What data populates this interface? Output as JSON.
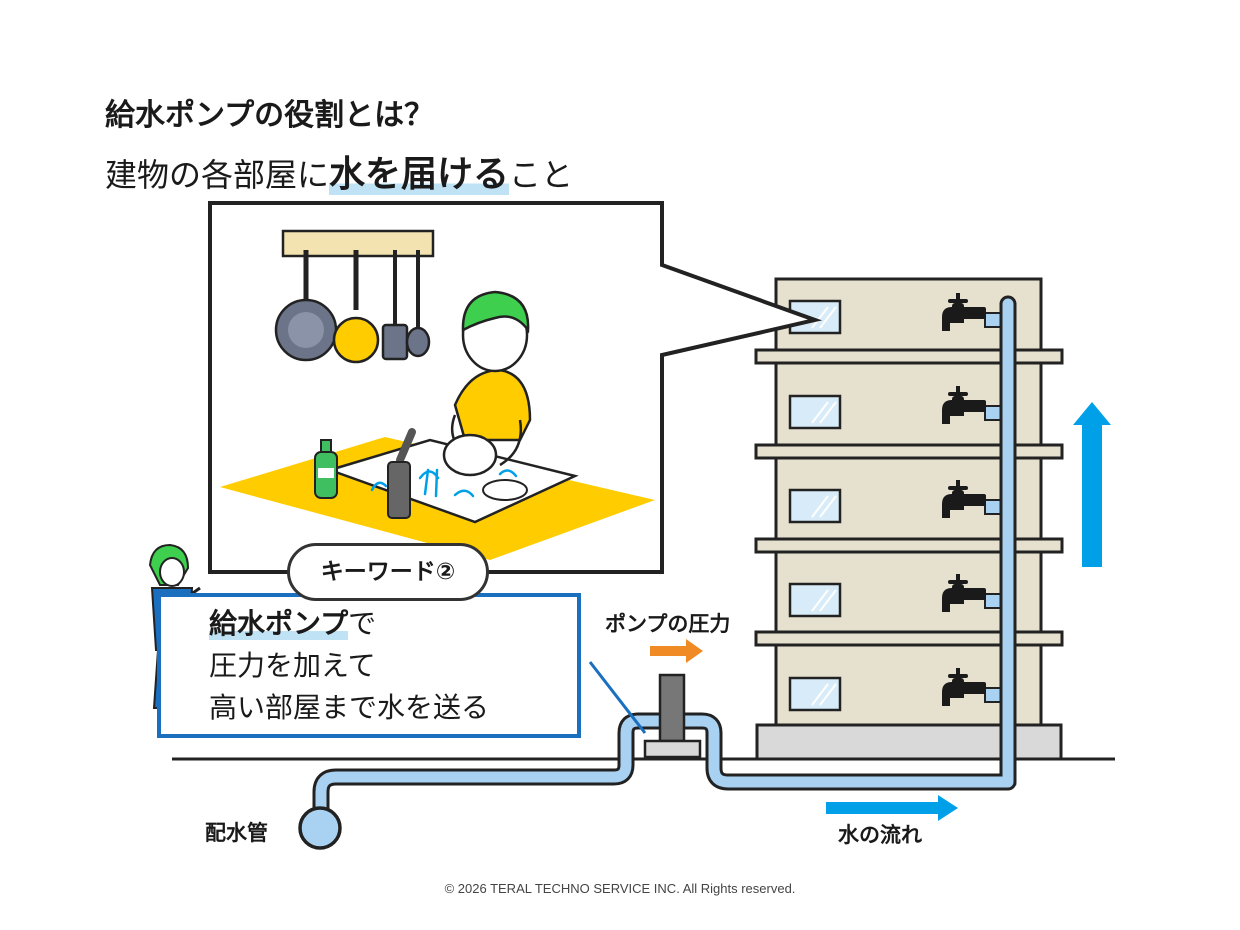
{
  "header": {
    "title": "給水ポンプの役割とは？",
    "subtitle_before": "建物の各部屋に",
    "subtitle_highlight": "水を届ける",
    "subtitle_after": "こと"
  },
  "labels": {
    "pump_pressure": "ポンプの圧力",
    "main_pipe": "配水管",
    "water_flow": "水の流れ"
  },
  "keyword": {
    "pill": "キーワード②",
    "line1_bold": "給水ポンプ",
    "line1_rest": "で",
    "line2": "圧力を加えて",
    "line3": "高い部屋まで水を送る"
  },
  "colors": {
    "water": "#00a0e9",
    "pipe_fill": "#a9d2f2",
    "arrow_orange": "#f08a24",
    "building": "#e6e1cf",
    "kitchen_yellow": "#ffcc00",
    "box_border": "#1a6fbf"
  },
  "footer": {
    "copyright": "© 2026 TERAL TECHNO SERVICE INC. All Rights reserved."
  }
}
